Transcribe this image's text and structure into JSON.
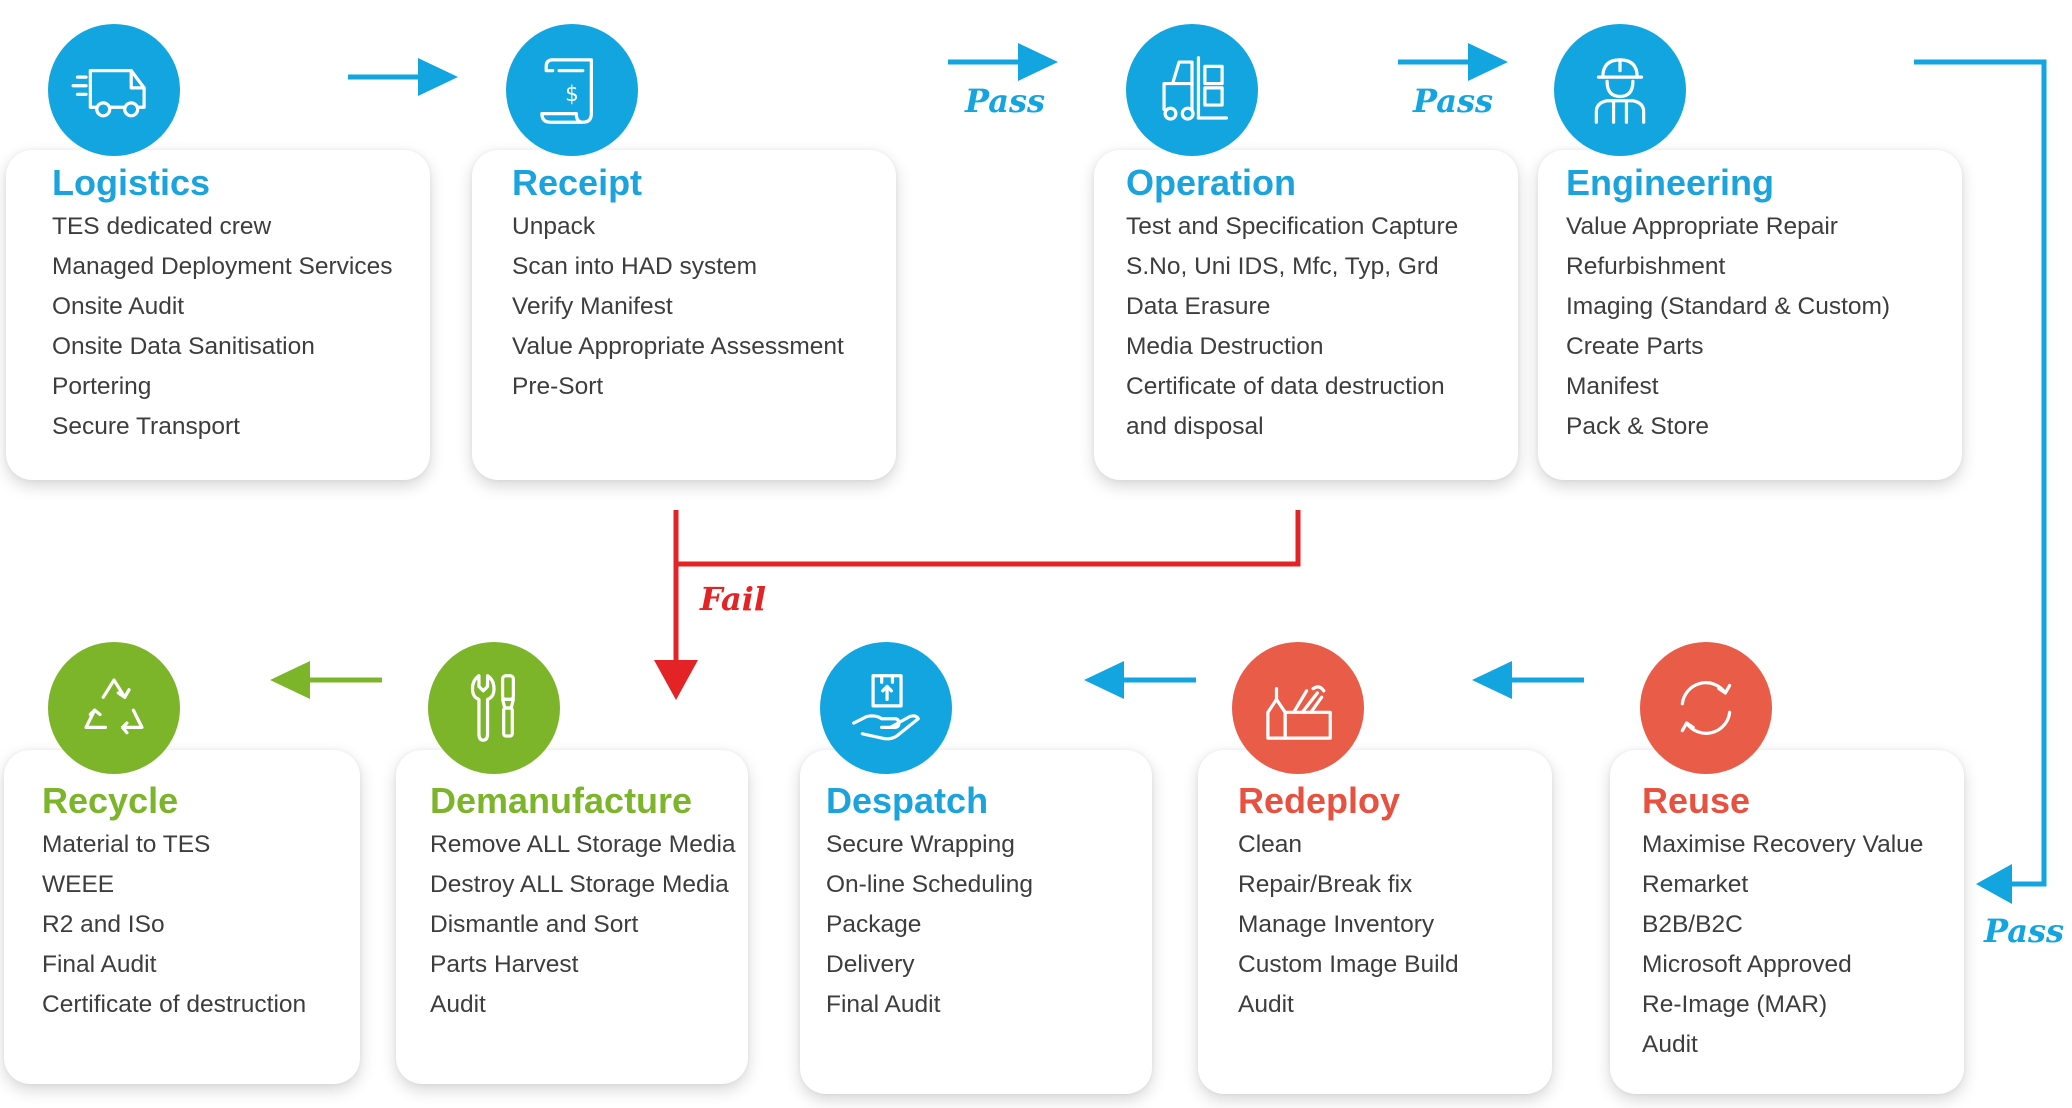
{
  "colors": {
    "blue": "#12a5e0",
    "red": "#e85c48",
    "green": "#7cb529",
    "fail": "#e32326"
  },
  "flow_labels": {
    "pass": "Pass",
    "fail": "Fail"
  },
  "stages": [
    {
      "id": "logistics",
      "title": "Logistics",
      "icon": "delivery-van-icon",
      "items": [
        "TES dedicated crew",
        "Managed Deployment Services",
        "Onsite Audit",
        "Onsite Data Sanitisation",
        "Portering",
        "Secure Transport"
      ]
    },
    {
      "id": "receipt",
      "title": "Receipt",
      "icon": "receipt-scroll-icon",
      "items": [
        "Unpack",
        "Scan into HAD system",
        "Verify Manifest",
        "Value Appropriate Assessment",
        "Pre-Sort"
      ]
    },
    {
      "id": "operation",
      "title": "Operation",
      "icon": "forklift-icon",
      "items": [
        "Test and Specification Capture",
        "S.No, Uni IDS, Mfc, Typ, Grd",
        "Data Erasure",
        "Media Destruction",
        "Certificate of data destruction",
        "and disposal"
      ]
    },
    {
      "id": "engineering",
      "title": "Engineering",
      "icon": "engineer-icon",
      "items": [
        "Value Appropriate Repair",
        "Refurbishment",
        "Imaging (Standard & Custom)",
        "Create Parts",
        "Manifest",
        "Pack & Store"
      ]
    },
    {
      "id": "recycle",
      "title": "Recycle",
      "icon": "recycle-icon",
      "items": [
        "Material to TES",
        "WEEE",
        "R2 and ISo",
        "Final Audit",
        "Certificate of destruction"
      ]
    },
    {
      "id": "demanufacture",
      "title": "Demanufacture",
      "icon": "wrench-screwdriver-icon",
      "items": [
        "Remove ALL Storage Media",
        "Destroy ALL Storage Media",
        "Dismantle and Sort",
        "Parts Harvest",
        "Audit"
      ]
    },
    {
      "id": "despatch",
      "title": "Despatch",
      "icon": "package-hand-icon",
      "items": [
        "Secure Wrapping",
        "On-line Scheduling",
        "Package",
        "Delivery",
        "Final Audit"
      ]
    },
    {
      "id": "redeploy",
      "title": "Redeploy",
      "icon": "toolbox-icon",
      "items": [
        "Clean",
        "Repair/Break fix",
        "Manage Inventory",
        "Custom Image Build",
        "Audit"
      ]
    },
    {
      "id": "reuse",
      "title": "Reuse",
      "icon": "refresh-cycle-icon",
      "items": [
        "Maximise Recovery Value",
        "Remarket",
        "B2B/B2C",
        "Microsoft Approved",
        "Re-Image (MAR)",
        "Audit"
      ]
    }
  ]
}
